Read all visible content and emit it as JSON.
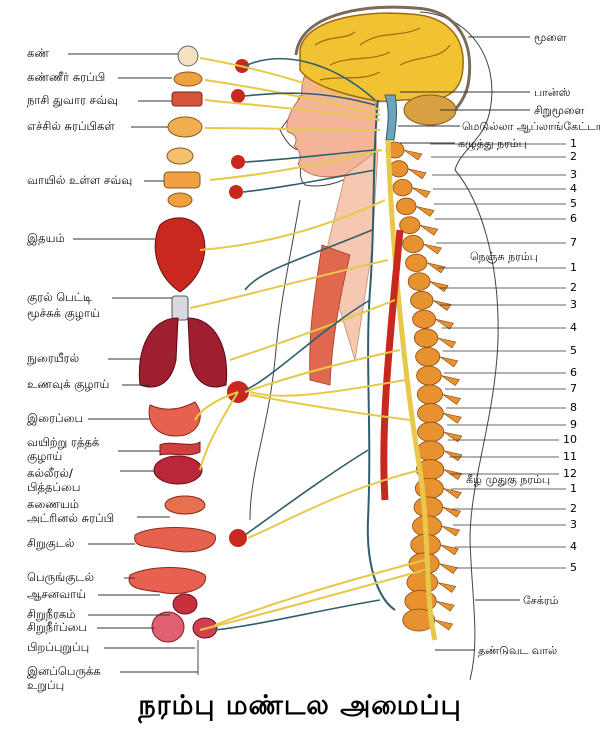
{
  "title": "நரம்பு மண்டல அமைப்பு",
  "left_labels": [
    {
      "key": "eye",
      "text": "கண்"
    },
    {
      "key": "tear-gland",
      "text": "கண்ணீர் சுரப்பி"
    },
    {
      "key": "nasal-membrane",
      "text": "நாசி துவார சவ்வு"
    },
    {
      "key": "salivary-glands",
      "text": "எச்சில் சுரப்பிகள்"
    },
    {
      "key": "mouth-membrane",
      "text": "வாயில் உள்ள சவ்வு"
    },
    {
      "key": "heart",
      "text": "இதயம்"
    },
    {
      "key": "larynx",
      "text": "குரல் பெட்டி"
    },
    {
      "key": "trachea",
      "text": "மூச்சுக் குழாய்"
    },
    {
      "key": "lungs",
      "text": "நுரையீரல்"
    },
    {
      "key": "esophagus",
      "text": "உணவுக் குழாய்"
    },
    {
      "key": "stomach",
      "text": "இரைப்பை"
    },
    {
      "key": "abdominal-vessels",
      "text": "வயிற்று ரத்தக்"
    },
    {
      "key": "abdominal-vessels-2",
      "text": "குழாய்"
    },
    {
      "key": "liver",
      "text": "கல்லீரல்/"
    },
    {
      "key": "gallbladder",
      "text": "பித்தப்பை"
    },
    {
      "key": "pancreas",
      "text": "கணையம்"
    },
    {
      "key": "adrenal",
      "text": "அட்ரினல் சுரப்பி"
    },
    {
      "key": "small-intestine",
      "text": "சிறுகுடல்"
    },
    {
      "key": "large-intestine",
      "text": "பெருங்குடல்"
    },
    {
      "key": "rectum",
      "text": "ஆசனவாய்"
    },
    {
      "key": "kidney",
      "text": "சிறுநீரகம்"
    },
    {
      "key": "bladder",
      "text": "சிறுநீர்ப்பை"
    },
    {
      "key": "genitals",
      "text": "பிறப்புறுப்பு"
    },
    {
      "key": "reproductive",
      "text": "இனப்பெருக்க"
    },
    {
      "key": "reproductive-2",
      "text": "உறுப்பு"
    }
  ],
  "right_labels": [
    {
      "key": "brain",
      "text": "மூளை"
    },
    {
      "key": "pons",
      "text": "பான்ஸ்"
    },
    {
      "key": "cerebellum",
      "text": "சிறுமூளை"
    },
    {
      "key": "medulla",
      "text": "மெடுல்லா ஆப்லாங்கேட்டா"
    },
    {
      "key": "cervical",
      "text": "கழுத்து நரம்பு"
    },
    {
      "key": "thoracic",
      "text": "நெஞ்சு நரம்பு"
    },
    {
      "key": "lumbar",
      "text": "கீழ் முதுகு நரம்பு"
    },
    {
      "key": "sacrum",
      "text": "சேக்ரம்"
    },
    {
      "key": "coccyx",
      "text": "தண்டுவட வால்"
    }
  ],
  "cervical_numbers": [
    "1",
    "2",
    "3",
    "4",
    "5",
    "6",
    "7"
  ],
  "thoracic_numbers": [
    "1",
    "2",
    "3",
    "4",
    "5",
    "6",
    "7",
    "8",
    "9",
    "10",
    "11",
    "12"
  ],
  "lumbar_numbers": [
    "1",
    "2",
    "3",
    "4",
    "5"
  ],
  "colors": {
    "nerve": "#e8c84a",
    "chain": "#2e5f6b",
    "vertebra": "#e8912f",
    "artery": "#c8281e",
    "brain": "#f1c232",
    "organ": "#e7624e"
  }
}
